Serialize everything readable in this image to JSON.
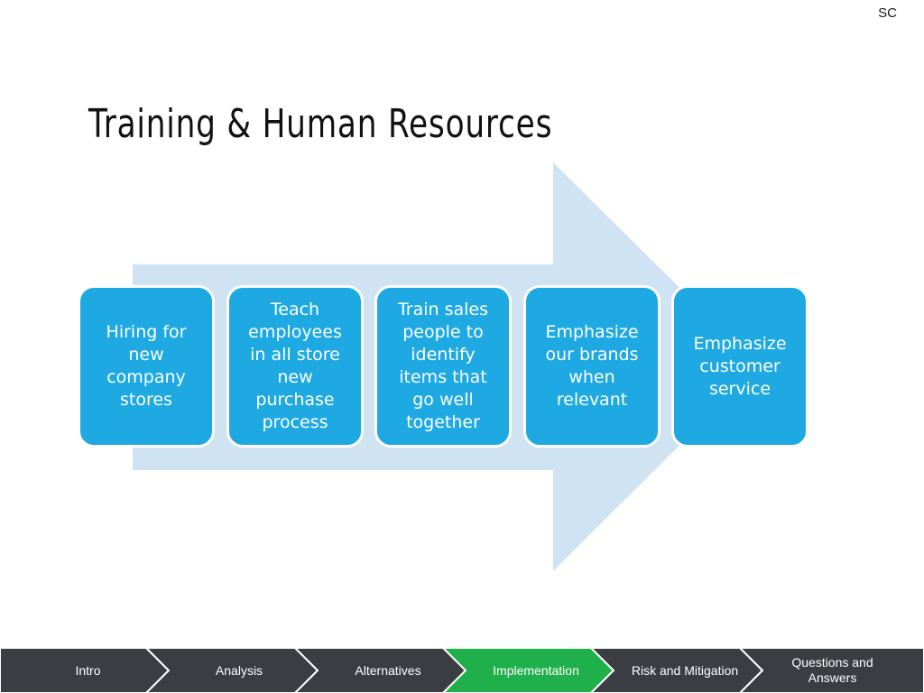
{
  "slide": {
    "initials": "SC",
    "title": "Training & Human Resources"
  },
  "steps": [
    {
      "label": "Hiring for\nnew\ncompany\nstores"
    },
    {
      "label": "Teach\nemployees\nin all store\nnew\npurchase\nprocess"
    },
    {
      "label": "Train sales\npeople to\nidentify\nitems that\ngo well\ntogether"
    },
    {
      "label": "Emphasize\nour brands\nwhen\nrelevant"
    },
    {
      "label": "Emphasize\ncustomer\nservice"
    }
  ],
  "nav": {
    "items": [
      {
        "label": "Intro"
      },
      {
        "label": "Analysis"
      },
      {
        "label": "Alternatives"
      },
      {
        "label": "Implementation"
      },
      {
        "label": "Risk and Mitigation"
      },
      {
        "label": "Questions and\nAnswers"
      }
    ],
    "active_index": 3
  },
  "colors": {
    "box_fill": "#1ea9e3",
    "arrow_fill": "#cfe3f3",
    "nav_fill": "#3a3d42",
    "nav_active": "#20b04b"
  }
}
